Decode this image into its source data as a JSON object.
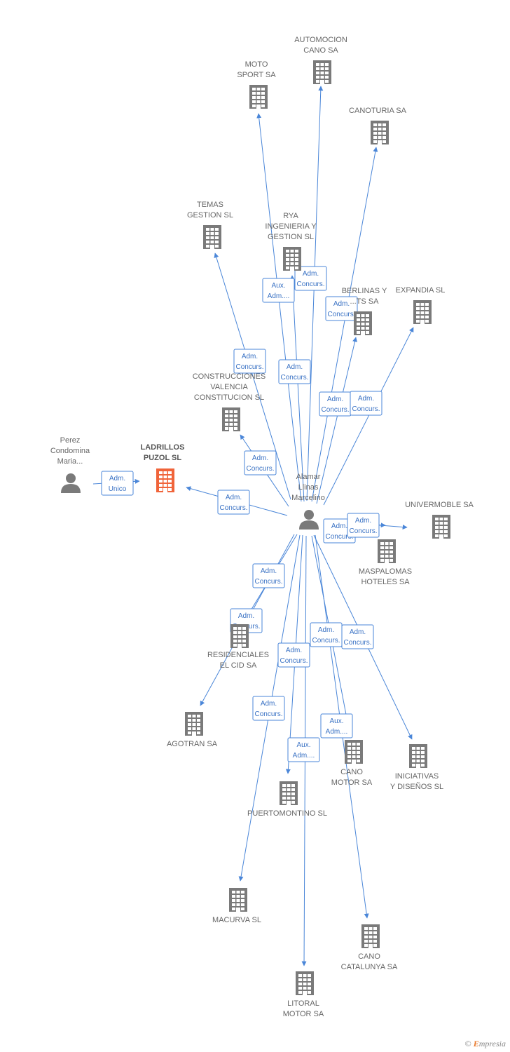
{
  "colors": {
    "edge": "#4a86d8",
    "node": "#7a7a7a",
    "focus": "#f0643a",
    "label": "#666666"
  },
  "nodes": [
    {
      "id": "ladrillos",
      "type": "company",
      "focus": true,
      "label": [
        "LADRILLOS",
        "PUZOL SL"
      ]
    },
    {
      "id": "perez",
      "type": "person",
      "label": [
        "Perez",
        "Condomina",
        "Maria..."
      ]
    },
    {
      "id": "alamar",
      "type": "person",
      "label": [
        "Alamar",
        "Llinas",
        "Marcelino"
      ]
    },
    {
      "id": "automocion",
      "type": "company",
      "label": [
        "AUTOMOCION",
        "CANO SA"
      ]
    },
    {
      "id": "moto",
      "type": "company",
      "label": [
        "MOTO",
        "SPORT SA"
      ]
    },
    {
      "id": "canoturia",
      "type": "company",
      "label": [
        "CANOTURIA SA"
      ]
    },
    {
      "id": "temas",
      "type": "company",
      "label": [
        "TEMAS",
        "GESTION SL"
      ]
    },
    {
      "id": "rya",
      "type": "company",
      "label": [
        "RYA",
        "INGENIERIA Y",
        "GESTION SL"
      ]
    },
    {
      "id": "berlinas",
      "type": "company",
      "label": [
        "BERLINAS Y",
        "...TS SA"
      ]
    },
    {
      "id": "expandia",
      "type": "company",
      "label": [
        "EXPANDIA SL"
      ]
    },
    {
      "id": "construcciones",
      "type": "company",
      "label": [
        "CONSTRUCCIONES",
        "VALENCIA",
        "CONSTITUCION SL"
      ]
    },
    {
      "id": "univermoble",
      "type": "company",
      "label": [
        "UNIVERMOBLE SA"
      ]
    },
    {
      "id": "maspalomas",
      "type": "company",
      "label": [
        "MASPALOMAS",
        "HOTELES SA"
      ]
    },
    {
      "id": "residenciales",
      "type": "company",
      "label": [
        "RESIDENCIALES",
        "EL CID SA"
      ]
    },
    {
      "id": "agotran",
      "type": "company",
      "label": [
        "AGOTRAN SA"
      ]
    },
    {
      "id": "iniciativas",
      "type": "company",
      "label": [
        "INICIATIVAS",
        "Y DISEÑOS SL"
      ]
    },
    {
      "id": "canomotor",
      "type": "company",
      "label": [
        "CANO",
        "MOTOR SA"
      ]
    },
    {
      "id": "puertomontino",
      "type": "company",
      "label": [
        "PUERTOMONTINO SL"
      ]
    },
    {
      "id": "macurva",
      "type": "company",
      "label": [
        "MACURVA SL"
      ]
    },
    {
      "id": "canocat",
      "type": "company",
      "label": [
        "CANO",
        "CATALUNYA SA"
      ]
    },
    {
      "id": "litoral",
      "type": "company",
      "label": [
        "LITORAL",
        "MOTOR SA"
      ]
    }
  ],
  "edges": [
    {
      "from": "perez",
      "to": "ladrillos",
      "label": [
        "Adm.",
        "Unico"
      ]
    },
    {
      "from": "alamar",
      "to": "ladrillos",
      "label": [
        "Adm.",
        "Concurs."
      ]
    },
    {
      "from": "alamar",
      "to": "construcciones",
      "label": [
        "Adm.",
        "Concurs."
      ]
    },
    {
      "from": "alamar",
      "to": "temas",
      "label": [
        "Adm.",
        "Concurs."
      ]
    },
    {
      "from": "alamar",
      "to": "rya",
      "label": [
        "Aux.",
        "Adm...."
      ]
    },
    {
      "from": "alamar",
      "to": "moto",
      "label": [
        "Adm.",
        "Concurs."
      ]
    },
    {
      "from": "alamar",
      "to": "automocion",
      "label": [
        "Adm.",
        "Concurs."
      ]
    },
    {
      "from": "alamar",
      "to": "canoturia",
      "label": [
        "Adm.",
        "Concurs."
      ]
    },
    {
      "from": "alamar",
      "to": "berlinas",
      "label": [
        "Adm.",
        "Concurs."
      ]
    },
    {
      "from": "alamar",
      "to": "expandia",
      "label": [
        "Adm.",
        "Concurs."
      ]
    },
    {
      "from": "alamar",
      "to": "maspalomas",
      "label": [
        "Adm.",
        "Concurs."
      ]
    },
    {
      "from": "alamar",
      "to": "univermoble",
      "label": [
        "Adm.",
        "Concurs."
      ]
    },
    {
      "from": "alamar",
      "to": "residenciales",
      "label": [
        "Adm.",
        "Concurs."
      ]
    },
    {
      "from": "alamar",
      "to": "agotran",
      "label": [
        "Adm.",
        "Concurs."
      ]
    },
    {
      "from": "alamar",
      "to": "iniciativas",
      "label": [
        "Adm.",
        "Concurs."
      ]
    },
    {
      "from": "alamar",
      "to": "canomotor",
      "label": [
        "Adm.",
        "Concurs."
      ]
    },
    {
      "from": "alamar",
      "to": "puertomontino",
      "label": [
        "Adm.",
        "Concurs."
      ]
    },
    {
      "from": "alamar",
      "to": "macurva",
      "label": [
        "Adm.",
        "Concurs."
      ]
    },
    {
      "from": "alamar",
      "to": "canocat",
      "label": [
        "Aux.",
        "Adm...."
      ]
    },
    {
      "from": "alamar",
      "to": "litoral",
      "label": [
        "Aux.",
        "Adm...."
      ]
    }
  ],
  "footer": {
    "copyright": "©",
    "brand_initial": "E",
    "brand_rest": "mpresia"
  }
}
